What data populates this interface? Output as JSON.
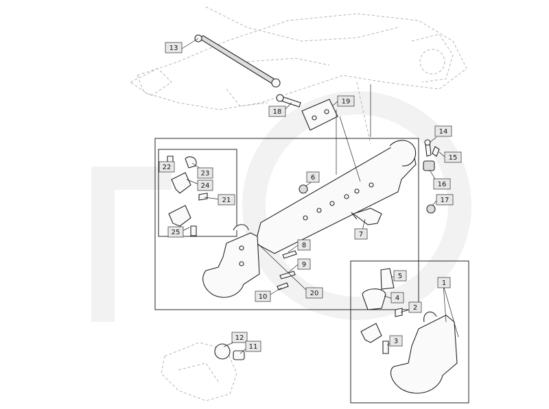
{
  "callouts": [
    {
      "id": "c1",
      "text": "1"
    },
    {
      "id": "c2",
      "text": "2"
    },
    {
      "id": "c3",
      "text": "3"
    },
    {
      "id": "c4",
      "text": "4"
    },
    {
      "id": "c5",
      "text": "5"
    },
    {
      "id": "c6",
      "text": "6"
    },
    {
      "id": "c7",
      "text": "7"
    },
    {
      "id": "c8",
      "text": "8"
    },
    {
      "id": "c9",
      "text": "9"
    },
    {
      "id": "c10",
      "text": "10"
    },
    {
      "id": "c11",
      "text": "11"
    },
    {
      "id": "c12",
      "text": "12"
    },
    {
      "id": "c13",
      "text": "13"
    },
    {
      "id": "c14",
      "text": "14"
    },
    {
      "id": "c15",
      "text": "15"
    },
    {
      "id": "c16",
      "text": "16"
    },
    {
      "id": "c17",
      "text": "17"
    },
    {
      "id": "c18",
      "text": "18"
    },
    {
      "id": "c19",
      "text": "19"
    },
    {
      "id": "c20",
      "text": "20"
    },
    {
      "id": "c21",
      "text": "21"
    },
    {
      "id": "c22",
      "text": "22"
    },
    {
      "id": "c23",
      "text": "23"
    },
    {
      "id": "c24",
      "text": "24"
    },
    {
      "id": "c25",
      "text": "25"
    }
  ]
}
